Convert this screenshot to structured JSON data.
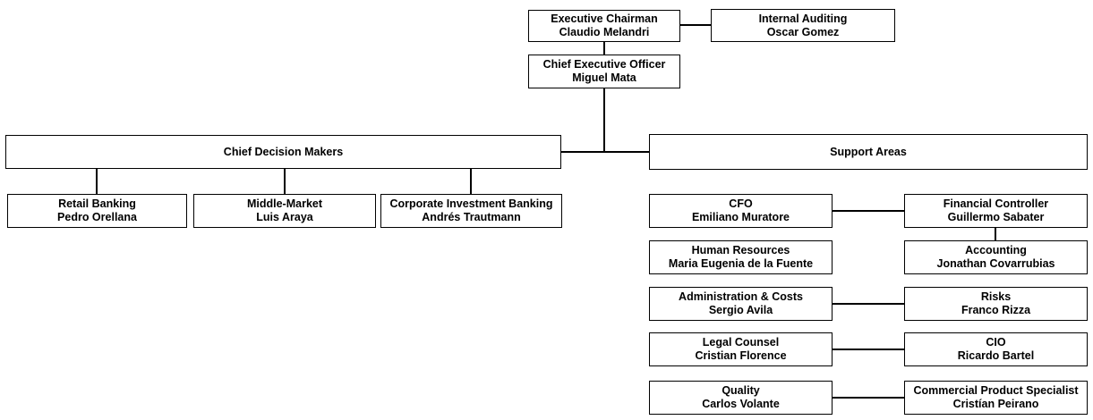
{
  "diagram": {
    "type": "org-chart",
    "colors": {
      "background": "#ffffff",
      "box_fill": "#ffffff",
      "box_border": "#000000",
      "text": "#000000",
      "connector": "#000000"
    },
    "nodes": {
      "executive_chairman": {
        "title": "Executive Chairman",
        "person": "Claudio Melandri"
      },
      "internal_auditing": {
        "title": "Internal Auditing",
        "person": "Oscar Gomez"
      },
      "ceo": {
        "title": "Chief Executive Officer",
        "person": "Miguel Mata"
      },
      "chief_decision_makers": {
        "title": "Chief Decision Makers"
      },
      "support_areas": {
        "title": "Support Areas"
      },
      "retail_banking": {
        "title": "Retail Banking",
        "person": "Pedro Orellana"
      },
      "middle_market": {
        "title": "Middle-Market",
        "person": "Luis Araya"
      },
      "corporate_investment_banking": {
        "title": "Corporate Investment Banking",
        "person": "Andrés Trautmann"
      },
      "cfo": {
        "title": "CFO",
        "person": "Emiliano Muratore"
      },
      "financial_controller": {
        "title": "Financial Controller",
        "person": "Guillermo Sabater"
      },
      "human_resources": {
        "title": "Human Resources",
        "person": "Maria Eugenia de la Fuente"
      },
      "accounting": {
        "title": "Accounting",
        "person": "Jonathan Covarrubias"
      },
      "administration_costs": {
        "title": "Administration & Costs",
        "person": "Sergio Avila"
      },
      "risks": {
        "title": "Risks",
        "person": "Franco Rizza"
      },
      "legal_counsel": {
        "title": "Legal Counsel",
        "person": "Cristian Florence"
      },
      "cio": {
        "title": "CIO",
        "person": "Ricardo Bartel"
      },
      "quality": {
        "title": "Quality",
        "person": "Carlos Volante"
      },
      "commercial_product_specialist": {
        "title": "Commercial Product Specialist",
        "person": "Cristían Peirano"
      }
    },
    "edges": [
      {
        "from": "executive_chairman",
        "to": "internal_auditing"
      },
      {
        "from": "executive_chairman",
        "to": "ceo"
      },
      {
        "from": "ceo",
        "to": "chief_decision_makers"
      },
      {
        "from": "ceo",
        "to": "support_areas"
      },
      {
        "from": "chief_decision_makers",
        "to": "retail_banking"
      },
      {
        "from": "chief_decision_makers",
        "to": "middle_market"
      },
      {
        "from": "chief_decision_makers",
        "to": "corporate_investment_banking"
      },
      {
        "from": "cfo",
        "to": "financial_controller"
      },
      {
        "from": "financial_controller",
        "to": "accounting"
      },
      {
        "from": "administration_costs",
        "to": "risks"
      },
      {
        "from": "legal_counsel",
        "to": "cio"
      },
      {
        "from": "quality",
        "to": "commercial_product_specialist"
      }
    ]
  }
}
